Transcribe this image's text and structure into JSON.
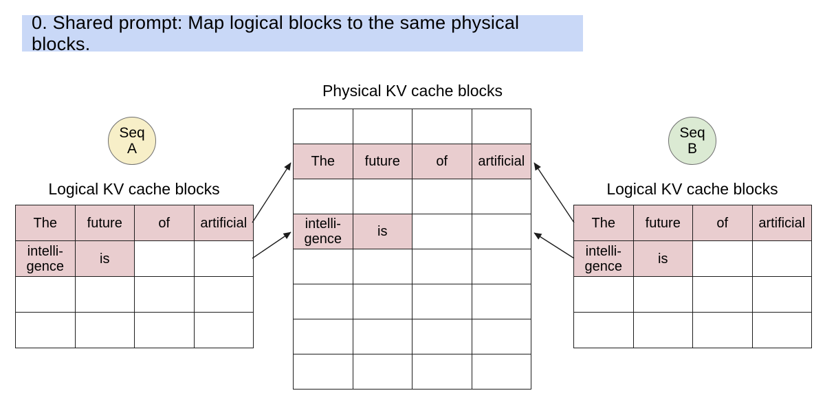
{
  "colors": {
    "banner_bg": "#c9d8f7",
    "cell_hl": "#e9cdcf",
    "seq_a_bg": "#f7efc8",
    "seq_b_bg": "#dbead3",
    "line": "#1c1c1c"
  },
  "banner": {
    "text": "0. Shared prompt: Map logical blocks to the same physical blocks."
  },
  "physical": {
    "title": "Physical KV cache blocks",
    "rows": [
      [
        {
          "t": ""
        },
        {
          "t": ""
        },
        {
          "t": ""
        },
        {
          "t": ""
        }
      ],
      [
        {
          "t": "The",
          "hl": true
        },
        {
          "t": "future",
          "hl": true
        },
        {
          "t": "of",
          "hl": true
        },
        {
          "t": "artificial",
          "hl": true
        }
      ],
      [
        {
          "t": ""
        },
        {
          "t": ""
        },
        {
          "t": ""
        },
        {
          "t": ""
        }
      ],
      [
        {
          "t": "intelli-\ngence",
          "hl": true
        },
        {
          "t": "is",
          "hl": true
        },
        {
          "t": ""
        },
        {
          "t": ""
        }
      ],
      [
        {
          "t": ""
        },
        {
          "t": ""
        },
        {
          "t": ""
        },
        {
          "t": ""
        }
      ],
      [
        {
          "t": ""
        },
        {
          "t": ""
        },
        {
          "t": ""
        },
        {
          "t": ""
        }
      ],
      [
        {
          "t": ""
        },
        {
          "t": ""
        },
        {
          "t": ""
        },
        {
          "t": ""
        }
      ],
      [
        {
          "t": ""
        },
        {
          "t": ""
        },
        {
          "t": ""
        },
        {
          "t": ""
        }
      ]
    ]
  },
  "seq_a": {
    "label": "Seq\nA",
    "table_title": "Logical KV cache blocks",
    "rows": [
      [
        {
          "t": "The",
          "hl": true
        },
        {
          "t": "future",
          "hl": true
        },
        {
          "t": "of",
          "hl": true
        },
        {
          "t": "artificial",
          "hl": true
        }
      ],
      [
        {
          "t": "intelli-\ngence",
          "hl": true
        },
        {
          "t": "is",
          "hl": true
        },
        {
          "t": ""
        },
        {
          "t": ""
        }
      ],
      [
        {
          "t": ""
        },
        {
          "t": ""
        },
        {
          "t": ""
        },
        {
          "t": ""
        }
      ],
      [
        {
          "t": ""
        },
        {
          "t": ""
        },
        {
          "t": ""
        },
        {
          "t": ""
        }
      ]
    ]
  },
  "seq_b": {
    "label": "Seq\nB",
    "table_title": "Logical KV cache blocks",
    "rows": [
      [
        {
          "t": "The",
          "hl": true
        },
        {
          "t": "future",
          "hl": true
        },
        {
          "t": "of",
          "hl": true
        },
        {
          "t": "artificial",
          "hl": true
        }
      ],
      [
        {
          "t": "intelli-\ngence",
          "hl": true
        },
        {
          "t": "is",
          "hl": true
        },
        {
          "t": ""
        },
        {
          "t": ""
        }
      ],
      [
        {
          "t": ""
        },
        {
          "t": ""
        },
        {
          "t": ""
        },
        {
          "t": ""
        }
      ],
      [
        {
          "t": ""
        },
        {
          "t": ""
        },
        {
          "t": ""
        },
        {
          "t": ""
        }
      ]
    ]
  }
}
